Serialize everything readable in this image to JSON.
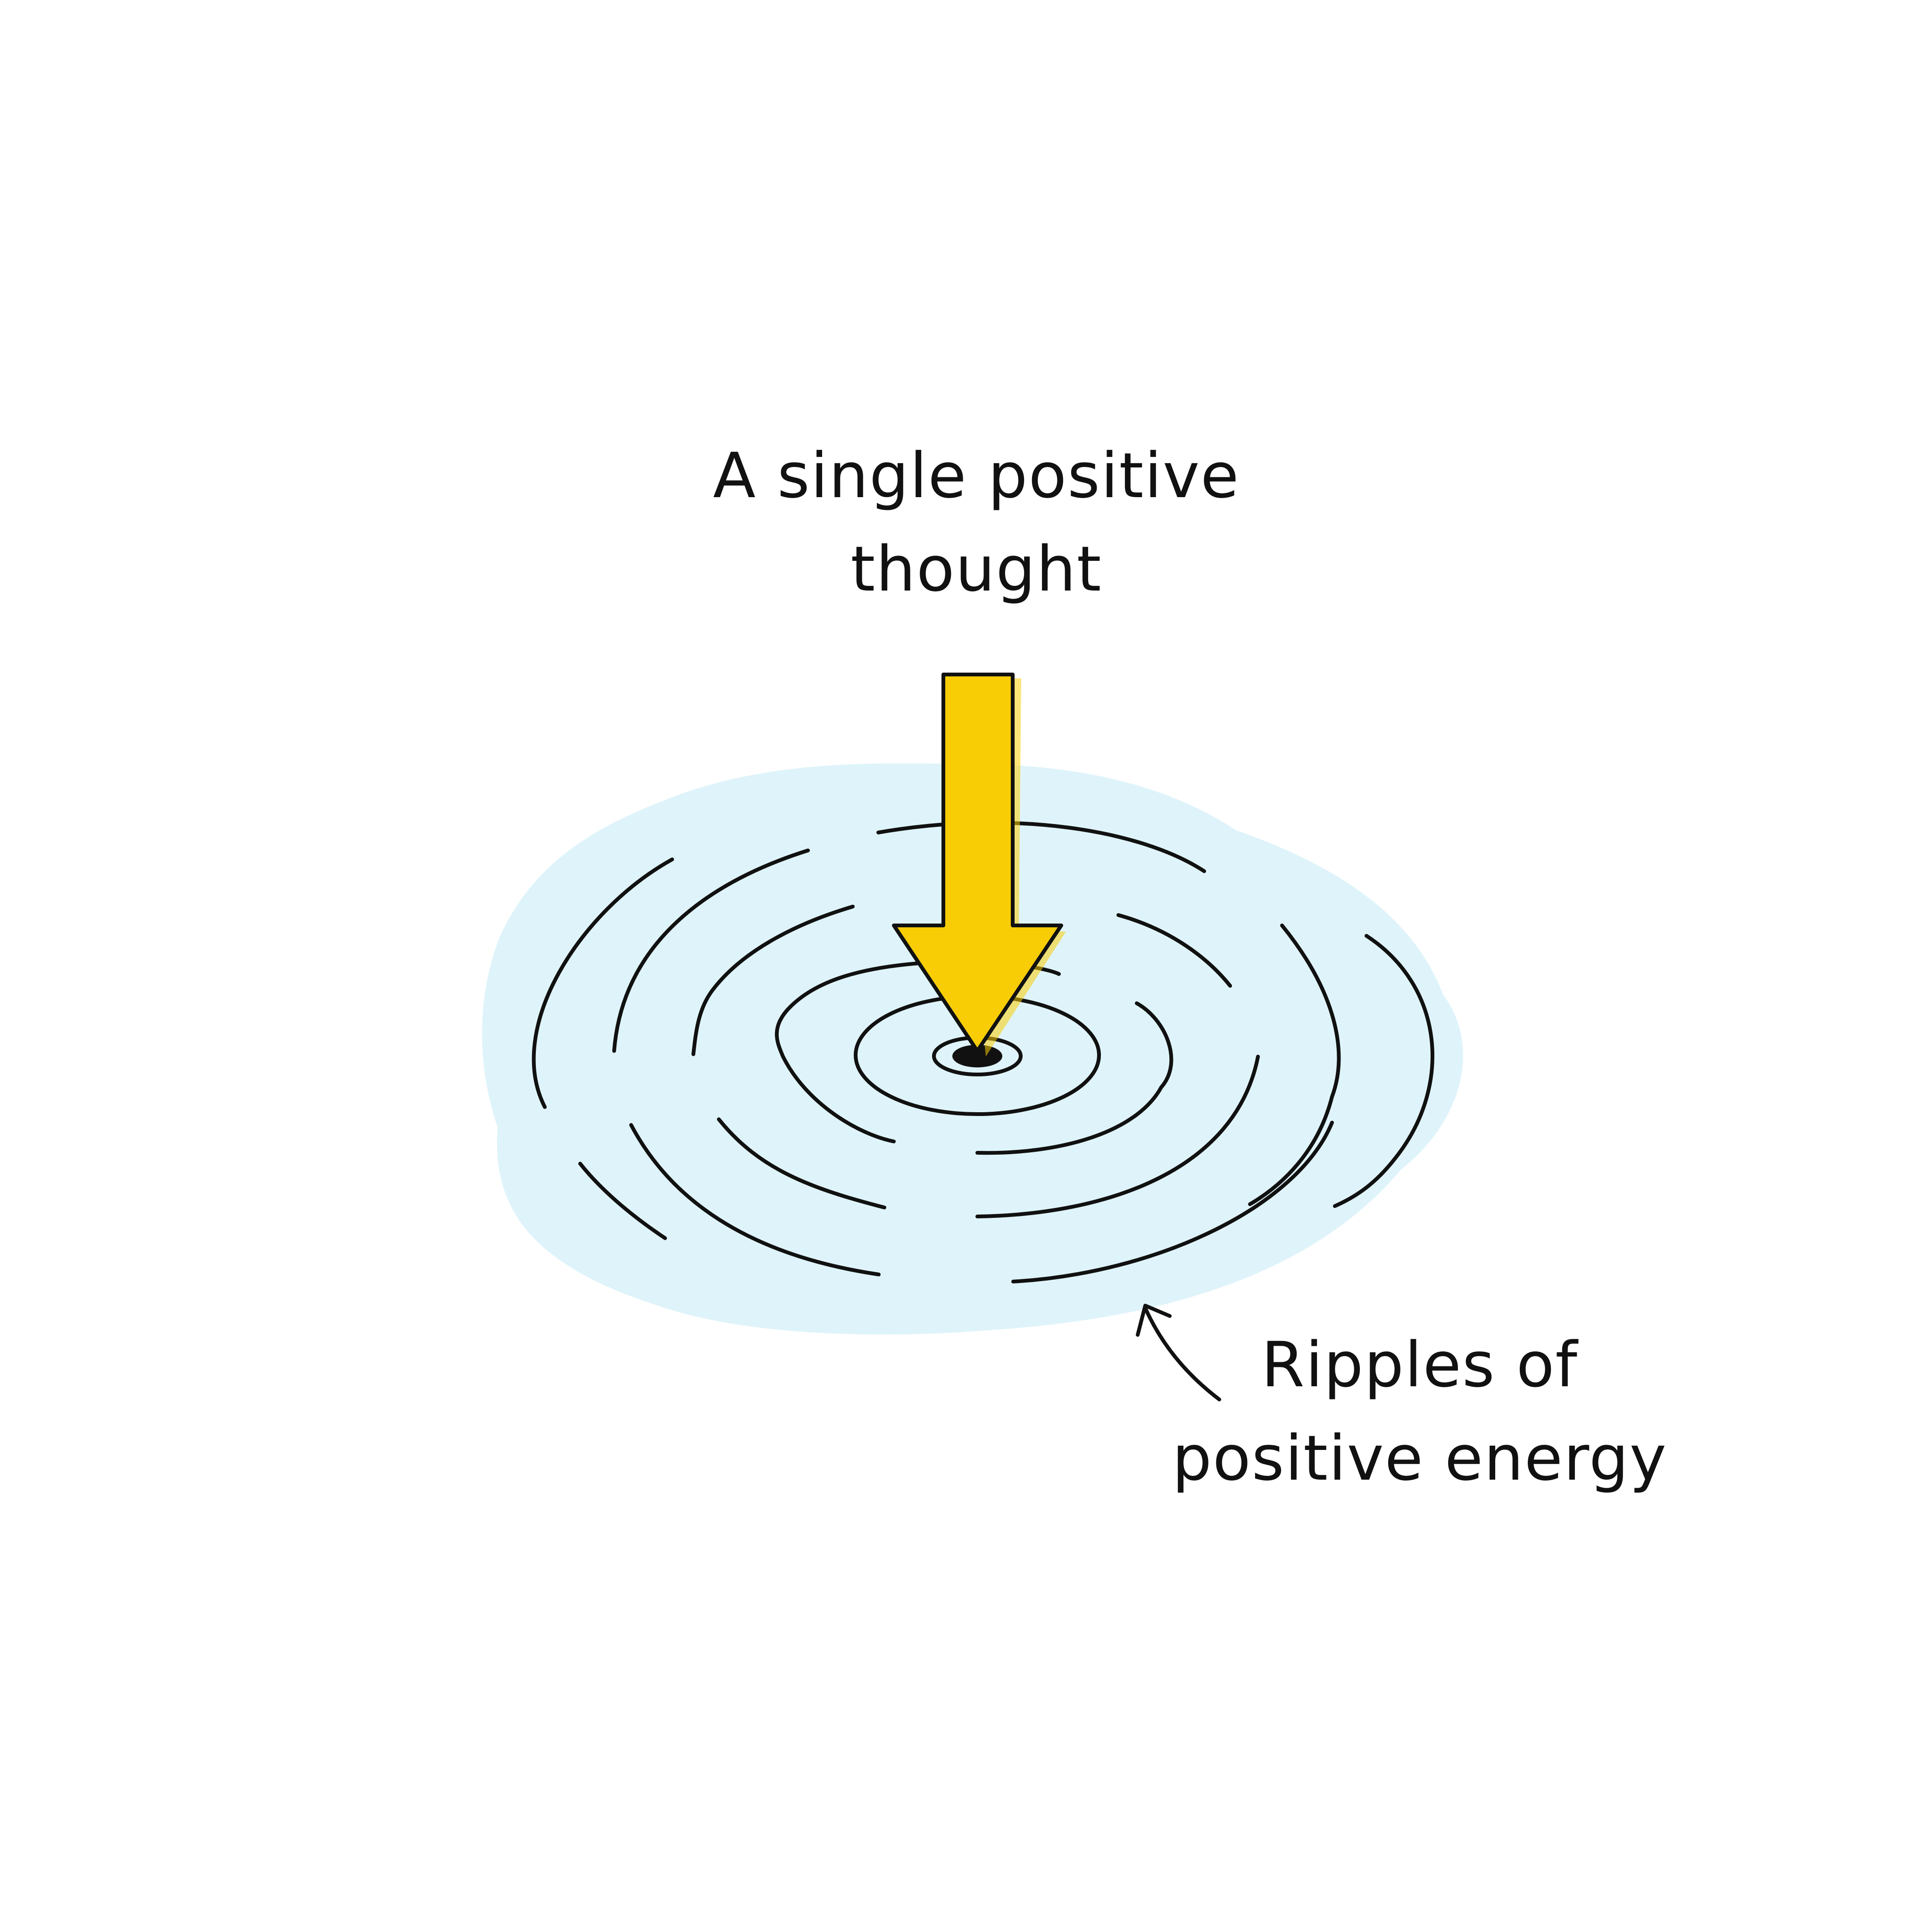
{
  "top_caption": {
    "line1": "A single positive",
    "line2": "thought"
  },
  "bottom_caption": {
    "line1": "Ripples of",
    "line2": "positive energy"
  },
  "colors": {
    "background": "#ffffff",
    "water": "#dff4fa",
    "arrow_fill": "#f9cd05",
    "stroke": "#111111"
  },
  "icons": {
    "thought_arrow": "down-arrow-icon",
    "impact_point": "drop-center-icon",
    "pointer": "curved-arrow-icon"
  }
}
